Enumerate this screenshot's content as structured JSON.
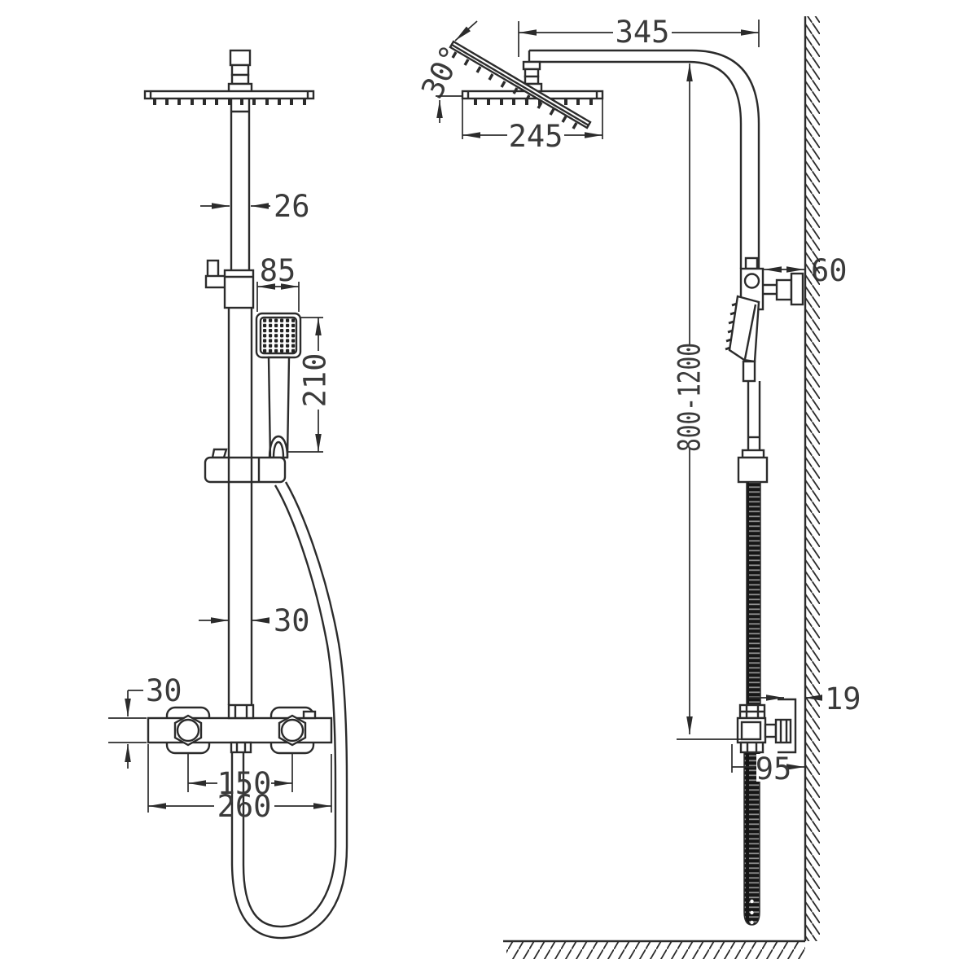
{
  "drawing": {
    "title": "shower-column-installation-drawing",
    "colors": {
      "background": "#ffffff",
      "line": "#2b2b2b",
      "text": "#3a3a3a",
      "hose_fill": "#161616",
      "hose_stripe": "#8f8f8f"
    },
    "views": {
      "front": {
        "dims": {
          "upper_pipe_width": "26",
          "handset_face_width": "85",
          "handset_length": "210",
          "riser_pipe_width": "30",
          "valve_body_height": "30",
          "inlet_centres": "150",
          "valve_width": "260"
        }
      },
      "side": {
        "dims": {
          "arm_projection": "345",
          "head_tilt_angle": "30°",
          "head_size": "245",
          "bracket_wall_offset": "60",
          "riser_height_range": "800-1200",
          "wall_plate_gap": "19",
          "valve_wall_depth": "95"
        }
      }
    }
  }
}
